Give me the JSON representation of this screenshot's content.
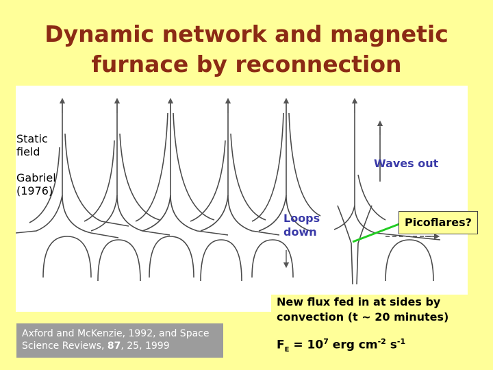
{
  "title": {
    "line1": "Dynamic network and magnetic",
    "line2": "furnace by reconnection"
  },
  "labels": {
    "static": "Static field",
    "gabriel": "Gabriel (1976)",
    "waves_out": "Waves out",
    "loops_down": "Loops down",
    "picoflares": "Picoflares?"
  },
  "reference": {
    "text_before": "Axford and McKenzie, 1992, and Space Science Reviews, ",
    "volume": "87",
    "text_after": ", 25, 1999"
  },
  "newflux": {
    "line1": "New flux fed in at sides by",
    "line2": "convection (t ~ 20 minutes)"
  },
  "energy": {
    "prefix": "F",
    "subscript": "E",
    "equals": " = 10",
    "exp1": "7",
    "unit1": " erg cm",
    "exp2": "-2",
    "unit2": " s",
    "exp3": "-1"
  },
  "colors": {
    "title": "#8b2a14",
    "background": "#ffff99",
    "annotation_blue": "#3a3aa8",
    "pointer_green": "#22cc22",
    "reference_box": "#9c9c9c"
  }
}
